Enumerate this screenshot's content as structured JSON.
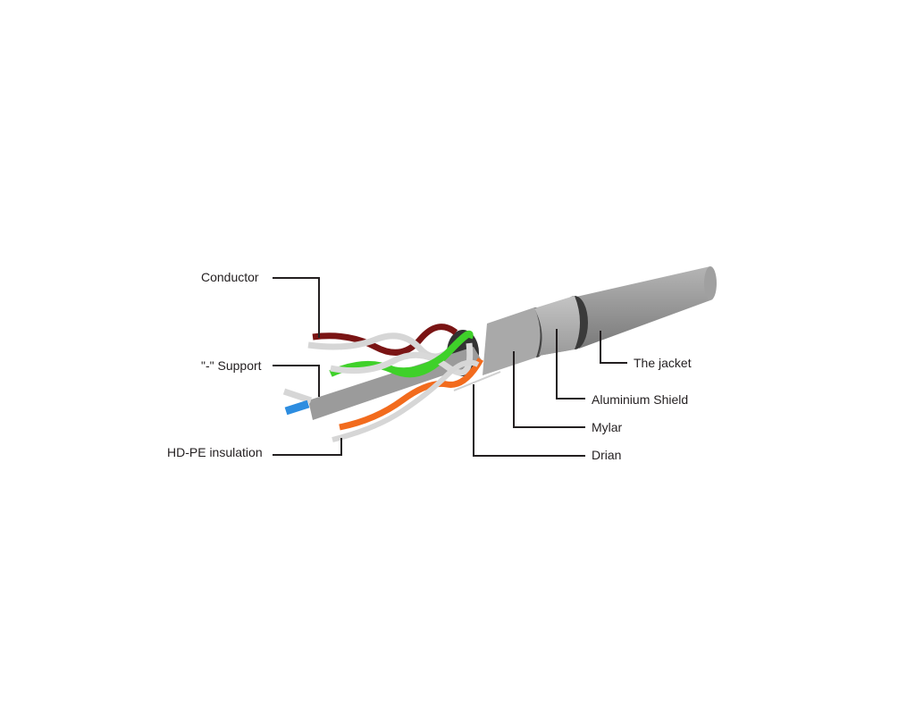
{
  "labels": {
    "conductor": "Conductor",
    "support": "\"-\" Support",
    "insulation": "HD-PE insulation",
    "jacket": "The jacket",
    "aluminium_shield": "Aluminium Shield",
    "mylar": "Mylar",
    "drain": "Drian"
  },
  "colors": {
    "jacket": "#8f8f8f",
    "shield": "#a6a6a6",
    "pair_brown": "#7a1414",
    "pair_green": "#3fd12a",
    "pair_orange": "#f26b1d",
    "pair_blue": "#2d8de0",
    "leader": "#231f20"
  }
}
